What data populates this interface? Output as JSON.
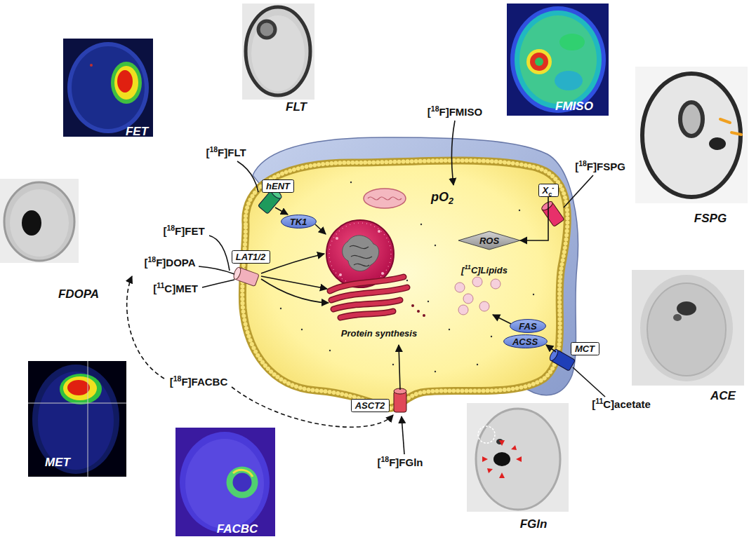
{
  "diagram": {
    "nodes": [
      {
        "text": [
          "hENT"
        ]
      },
      {
        "text": [
          "TK1"
        ]
      },
      {
        "text": [
          "Xc-"
        ]
      },
      {
        "text": [
          "LAT1/2"
        ]
      },
      {
        "text": [
          "ROS"
        ]
      },
      {
        "text": [
          "FAS"
        ]
      },
      {
        "text": [
          "ACSS"
        ]
      },
      {
        "text": [
          "MCT"
        ]
      },
      {
        "text": [
          "ASCT2"
        ]
      }
    ],
    "edges": [
      {
        "from": 2,
        "to": 4,
        "arrow": "to"
      }
    ],
    "labels": [
      "FET",
      "FLT",
      "FMISO",
      "[18F]FMISO",
      "[18F]FLT",
      "[18F]FSPG",
      "FSPG",
      "[18F]FET",
      "[18F]DOPA",
      "[11C]MET",
      "FDOPA",
      "pO2",
      "[11C]Lipids",
      "Protein synthesis",
      "ACE",
      "[11C]acetate",
      "[18F]FACBC",
      "MET",
      "FACBC",
      "[18F]FGln",
      "FGln"
    ]
  }
}
